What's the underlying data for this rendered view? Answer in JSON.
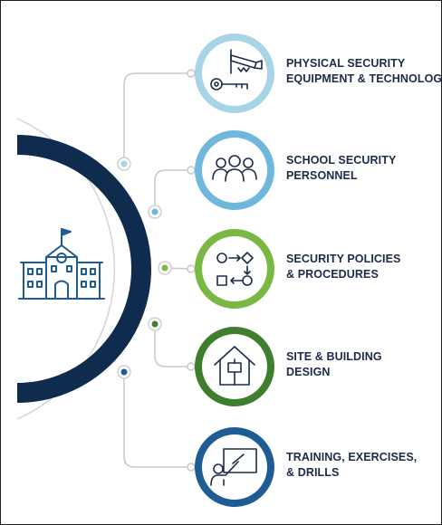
{
  "items": [
    {
      "id": "physical-security",
      "lines": [
        "PHYSICAL SECURITY",
        "EQUIPMENT & TECHNOLOGY"
      ],
      "icon": "camera-key-icon",
      "ring_color": "#a8d4e8",
      "dot_color": "#a8d4e8"
    },
    {
      "id": "security-personnel",
      "lines": [
        "SCHOOL SECURITY",
        "PERSONNEL"
      ],
      "icon": "people-group-icon",
      "ring_color": "#6fb8dc",
      "dot_color": "#6fb8dc"
    },
    {
      "id": "policies-procedures",
      "lines": [
        "SECURITY POLICIES",
        "& PROCEDURES"
      ],
      "icon": "process-flow-icon",
      "ring_color": "#78b843",
      "dot_color": "#78b843"
    },
    {
      "id": "site-building-design",
      "lines": [
        "SITE & BUILDING",
        "DESIGN"
      ],
      "icon": "house-blueprint-icon",
      "ring_color": "#3e7e2c",
      "dot_color": "#3e7e2c"
    },
    {
      "id": "training-exercises",
      "lines": [
        "TRAINING, EXERCISES,",
        "& DRILLS"
      ],
      "icon": "whiteboard-trainer-icon",
      "ring_color": "#1f5c94",
      "dot_color": "#1f5c94"
    }
  ],
  "hub": {
    "icon": "school-building-icon",
    "arc_color": "#0f2c4e",
    "icon_color": "#1f5c94"
  },
  "text_color": "#1c2b4a",
  "connector_color": "#c8c8c8"
}
